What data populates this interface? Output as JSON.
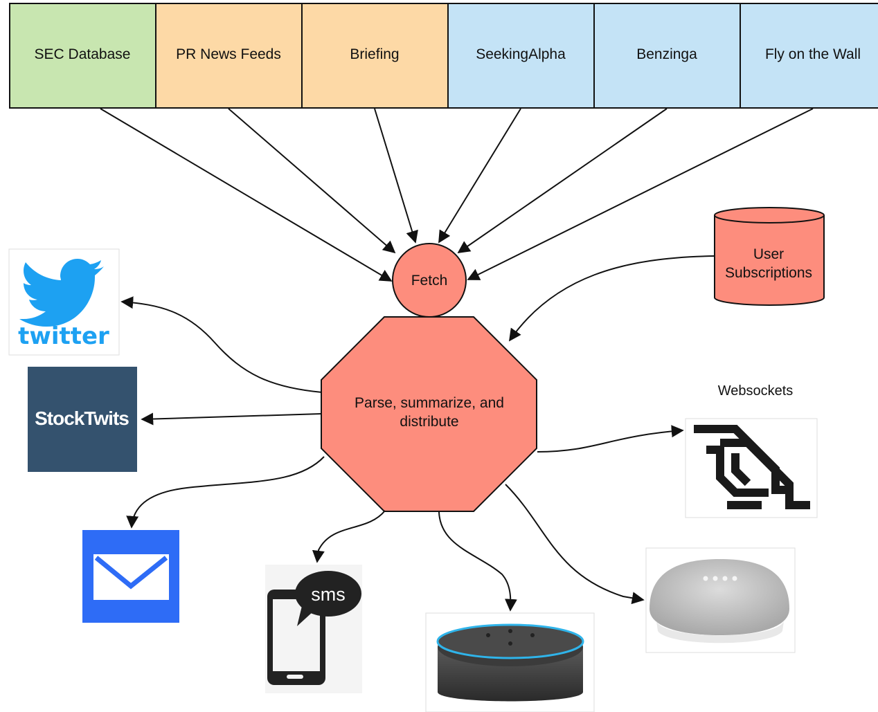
{
  "sources": [
    {
      "label": "SEC Database",
      "color": "#c8e6b0"
    },
    {
      "label": "PR News Feeds",
      "color": "#fdd9a6"
    },
    {
      "label": "Briefing",
      "color": "#fdd9a6"
    },
    {
      "label": "SeekingAlpha",
      "color": "#c4e3f6"
    },
    {
      "label": "Benzinga",
      "color": "#c4e3f6"
    },
    {
      "label": "Fly on the Wall",
      "color": "#c4e3f6"
    }
  ],
  "fetch": {
    "label": "Fetch"
  },
  "subscriptions": {
    "line1": "User",
    "line2": "Subscriptions"
  },
  "process": {
    "line1": "Parse, summarize, and",
    "line2": "distribute"
  },
  "websockets": {
    "label": "Websockets"
  },
  "outputs": {
    "twitter": {
      "wordmark": "twitter",
      "icon": "twitter-bird-icon",
      "color": "#1da1f2"
    },
    "stocktwits": {
      "wordmark": "StockTwits",
      "icon": "stocktwits-logo",
      "color": "#34526e"
    },
    "email": {
      "icon": "envelope-icon",
      "color": "#2e6cf6"
    },
    "sms": {
      "text": "sms",
      "icon": "phone-sms-icon"
    },
    "echo": {
      "icon": "smart-speaker-icon"
    },
    "home_mini": {
      "icon": "smart-speaker-icon"
    },
    "websocket_logo": {
      "icon": "websocket-icon"
    }
  },
  "colors": {
    "node_fill": "#fd8d7d",
    "stroke": "#111111"
  }
}
